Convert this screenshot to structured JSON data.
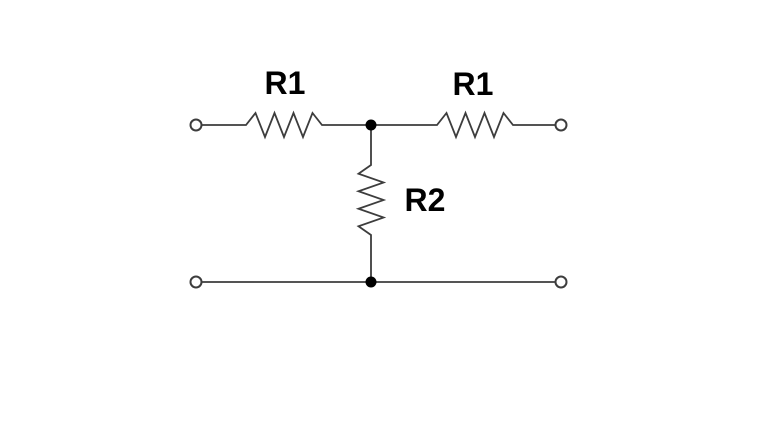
{
  "diagram": {
    "kind": "circuit-schematic",
    "description": "T-network of resistors: two series resistors R1 on the top rail joined at a node, shunt resistor R2 from that node down to the bottom rail",
    "labels": {
      "left_series": "R1",
      "right_series": "R1",
      "shunt": "R2"
    },
    "components": [
      {
        "id": "left-series-resistor",
        "label": "R1",
        "orientation": "horizontal"
      },
      {
        "id": "right-series-resistor",
        "label": "R1",
        "orientation": "horizontal"
      },
      {
        "id": "shunt-resistor",
        "label": "R2",
        "orientation": "vertical"
      }
    ],
    "terminals": {
      "count": 4,
      "style": "open-circle"
    },
    "junctions": {
      "count": 2,
      "style": "filled-dot"
    },
    "colors": {
      "background": "#ffffff",
      "wire": "#3d3d3d",
      "junction_dot": "#000000",
      "label_text": "#000000",
      "terminal_fill": "#ffffff"
    }
  }
}
